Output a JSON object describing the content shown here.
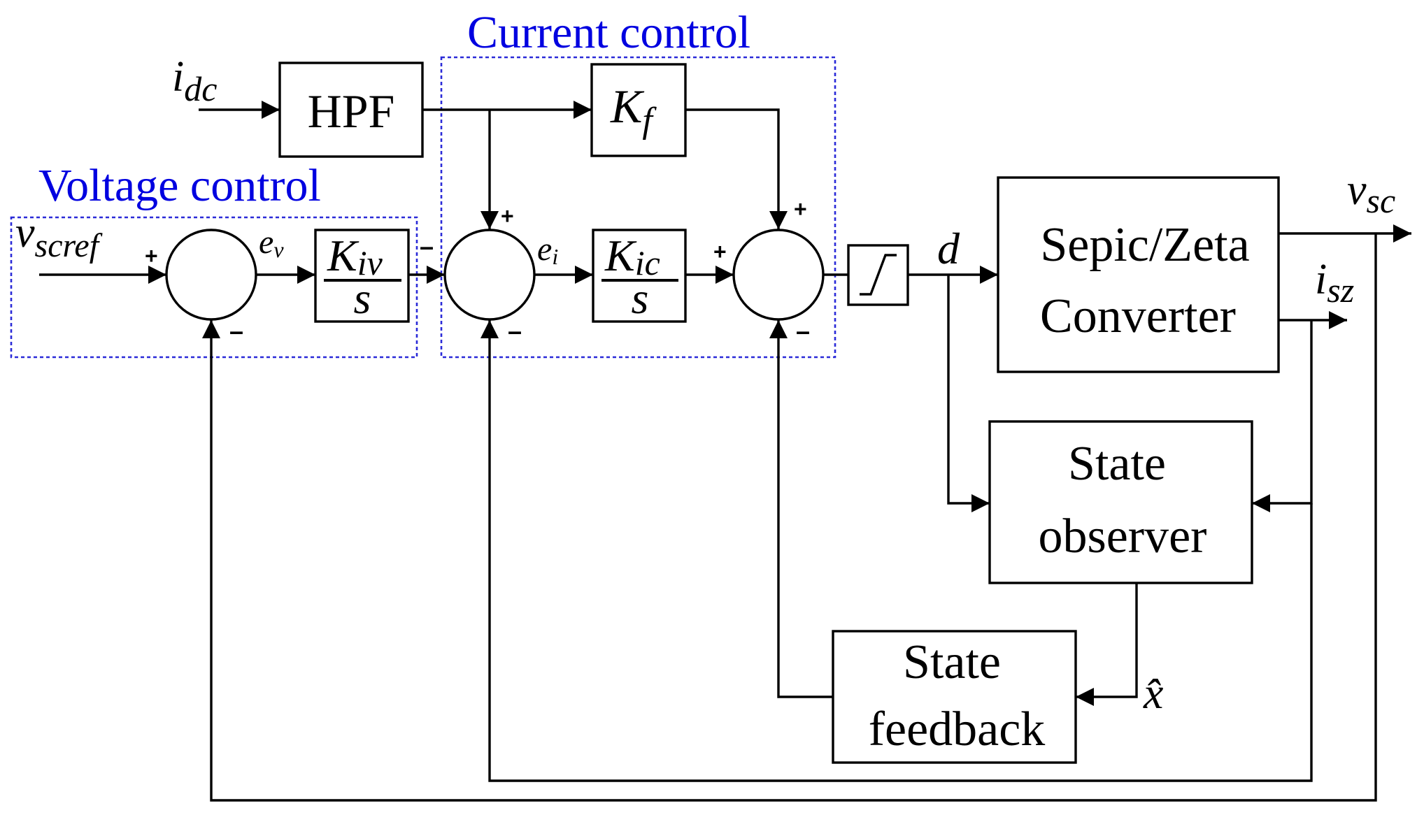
{
  "colors": {
    "group_border": "#2b2bd8",
    "group_label": "#0000e0",
    "line": "#000000"
  },
  "groups": {
    "voltage": {
      "label": "Voltage control"
    },
    "current": {
      "label": "Current control"
    }
  },
  "signals": {
    "vscref": {
      "main": "v",
      "sub": "scref"
    },
    "idc": {
      "main": "i",
      "sub": "dc"
    },
    "ev": {
      "main": "e",
      "sub": "v"
    },
    "ei": {
      "main": "e",
      "sub": "i"
    },
    "d": "d",
    "vsc": {
      "main": "v",
      "sub": "sc"
    },
    "isz": {
      "main": "i",
      "sub": "sz"
    },
    "xhat": "x̂"
  },
  "blocks": {
    "hpf": "HPF",
    "kf": {
      "main": "K",
      "sub": "f"
    },
    "kiv": {
      "main": "K",
      "sub": "iv",
      "den": "s"
    },
    "kic": {
      "main": "K",
      "sub": "ic",
      "den": "s"
    },
    "converter": [
      "Sepic/Zeta",
      "Converter"
    ],
    "observer": [
      "State",
      "observer"
    ],
    "feedback": [
      "State",
      "feedback"
    ]
  },
  "signs": {
    "s1_left": "+",
    "s1_bottom": "–",
    "s2_top": "+",
    "s2_left": "–",
    "s2_bottom": "–",
    "s3_top": "+",
    "s3_left": "+",
    "s3_bottom": "–"
  }
}
